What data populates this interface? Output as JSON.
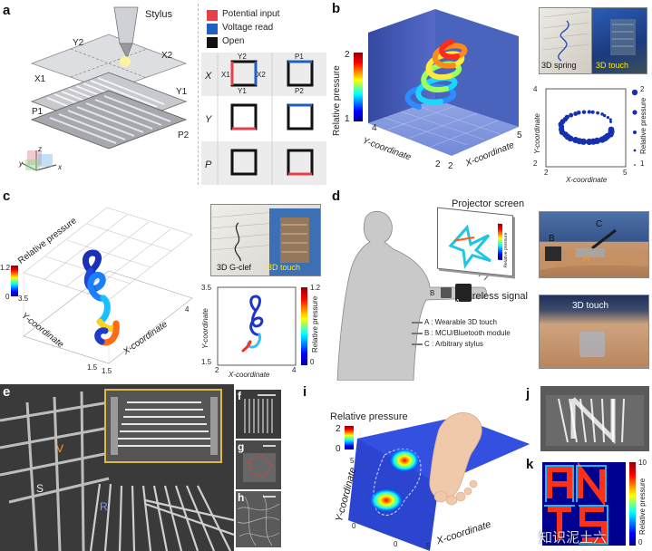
{
  "figure": {
    "panels": {
      "a": {
        "label": "a",
        "stylus": "Stylus",
        "electrodes": [
          "Y2",
          "X2",
          "X1",
          "Y1",
          "P1",
          "P2"
        ],
        "axes": [
          "z",
          "y",
          "x"
        ],
        "legend": [
          {
            "text": "Potential input",
            "color": "#e8404a"
          },
          {
            "text": "Voltage read",
            "color": "#1f5fbf"
          },
          {
            "text": "Open",
            "color": "#111111"
          }
        ],
        "table": {
          "header_cols": [
            "Y2",
            "P1"
          ],
          "sub_cols": [
            "Y1",
            "P2"
          ],
          "rows": [
            "X",
            "Y",
            "P"
          ],
          "x_row_side_labels": [
            "X1",
            "X2"
          ]
        }
      },
      "b": {
        "label": "b",
        "zlabel": "Relative pressure",
        "zticks": [
          "2",
          "1"
        ],
        "ylabel": "Y-coordinate",
        "xlabel": "X-coordinate",
        "yticks": [
          "4",
          "2"
        ],
        "xticks": [
          "2",
          "5"
        ],
        "photo_labels": [
          "3D spring",
          "3D touch"
        ],
        "scatter": {
          "xlabel": "X-coordinate",
          "ylabel": "Y-coordinate",
          "cbar_label": "Relative pressure",
          "xticks": [
            "2",
            "5"
          ],
          "yticks": [
            "4",
            "2"
          ],
          "cbar_ticks": [
            "2",
            "1"
          ]
        }
      },
      "c": {
        "label": "c",
        "zlabel": "Relative pressure",
        "cbar_ticks": [
          "1.2",
          "0"
        ],
        "ylabel": "Y-coordinate",
        "xlabel": "X-coordinate",
        "yticks": [
          "3.5",
          "1.5"
        ],
        "xticks": [
          "1.5",
          "4"
        ],
        "photo_labels": [
          "3D G-clef",
          "3D touch"
        ],
        "plot2d": {
          "xlabel": "X-coordinate",
          "ylabel": "Y-coordinate",
          "cbar_label": "Relative pressure",
          "xticks": [
            "2",
            "4"
          ],
          "yticks": [
            "3.5",
            "1.5"
          ],
          "cbar_ticks": [
            "1.2",
            "0"
          ]
        }
      },
      "d": {
        "label": "d",
        "projector": "Projector screen",
        "wireless": "Wireless signal",
        "inset_cbar": "Relative pressure",
        "arm_labels": [
          "B",
          "A",
          "C"
        ],
        "legend": [
          "A : Wearable 3D touch",
          "B : MCU/Bluetooth module",
          "C : Arbitrary stylus"
        ],
        "photo_labels": [
          "C",
          "B",
          "A"
        ],
        "photo2": "3D touch"
      },
      "e": {
        "label": "e",
        "letters": [
          "V",
          "S",
          "R"
        ]
      },
      "f": {
        "label": "f"
      },
      "g": {
        "label": "g"
      },
      "h": {
        "label": "h"
      },
      "i": {
        "label": "i",
        "zlabel": "Relative pressure",
        "zticks": [
          "2",
          "0"
        ],
        "ylabel": "Y-coordinate",
        "xlabel": "X-coordinate",
        "ticks": [
          "5",
          "0",
          "0",
          "5"
        ]
      },
      "j": {
        "label": "j"
      },
      "k": {
        "label": "k",
        "cbar_label": "Relative pressure",
        "cbar_ticks": [
          "10",
          "0"
        ],
        "letters": [
          "A",
          "N",
          "T",
          "S"
        ],
        "watermark": "知识泥土六"
      }
    }
  },
  "colors": {
    "jet_dark_blue": "#00008f",
    "jet_blue": "#0000ff",
    "jet_cyan": "#00ffff",
    "jet_yellow": "#ffff00",
    "jet_red": "#ff0000",
    "divider": "#bbbbbb"
  }
}
